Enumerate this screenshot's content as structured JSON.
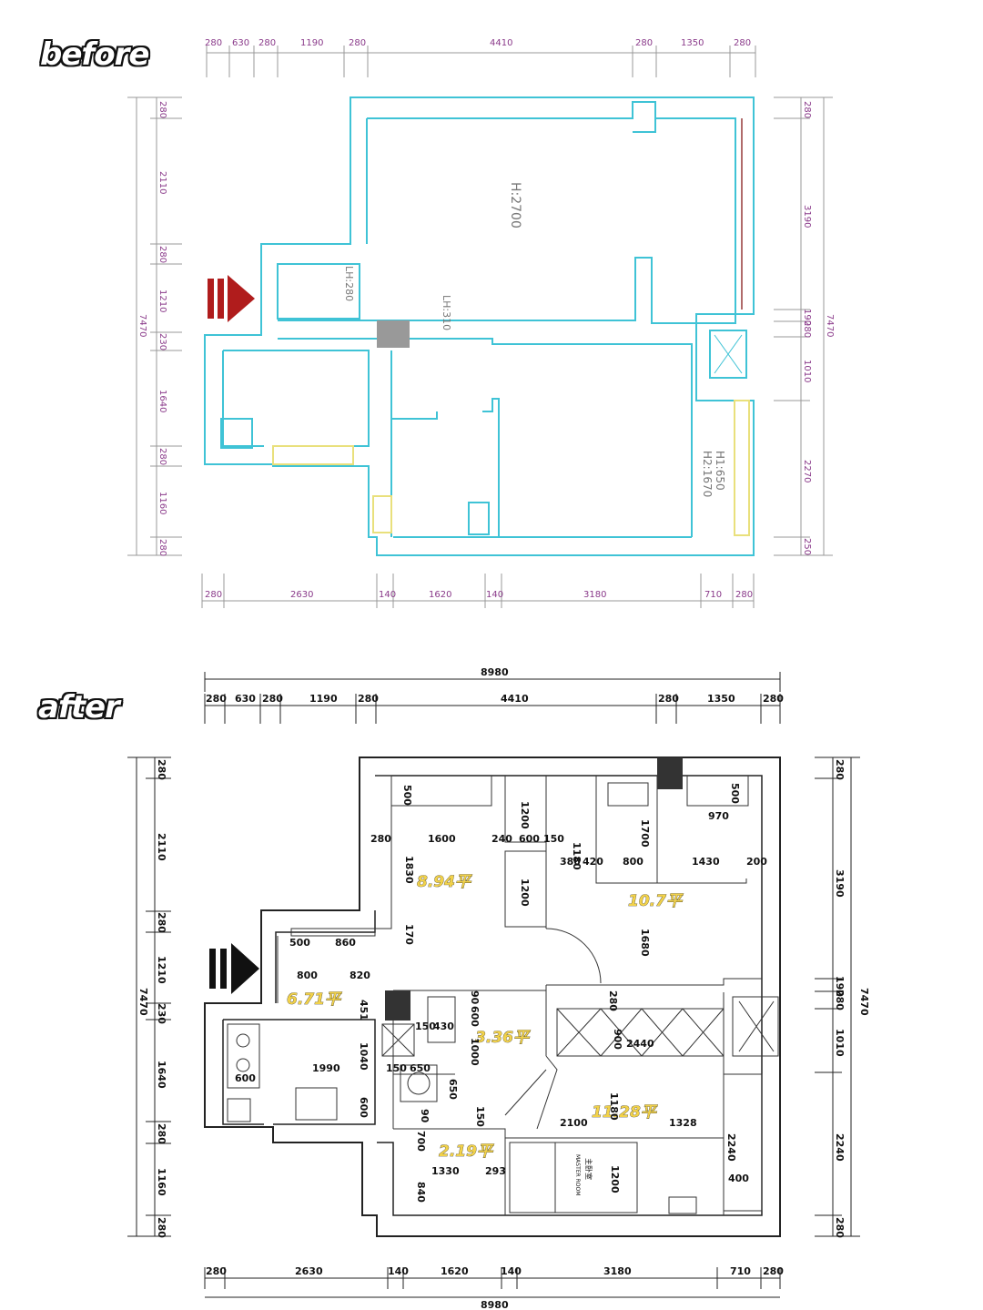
{
  "headings": {
    "before": "before",
    "after": "after"
  },
  "before": {
    "top_dims": [
      "280",
      "630",
      "280",
      "1190",
      "280",
      "4410",
      "280",
      "1350",
      "280"
    ],
    "bottom_dims": [
      "280",
      "2630",
      "140",
      "1620",
      "140",
      "3180",
      "710",
      "280"
    ],
    "left_dims": [
      "280",
      "2110",
      "280",
      "1210",
      "230",
      "1640",
      "280",
      "1160",
      "280"
    ],
    "left_total": "7470",
    "right_dims": [
      "280",
      "3190",
      "190",
      "280",
      "1010",
      "2270",
      "250"
    ],
    "right_total": "7470",
    "labels": {
      "height": "H:2700",
      "lh1": "LH:280",
      "lh2": "LH:310",
      "window": "H1:650",
      "window2": "H2:1670"
    }
  },
  "after": {
    "total_width": "8980",
    "top_dims": [
      "280",
      "630",
      "280",
      "1190",
      "280",
      "4410",
      "280",
      "1350",
      "280"
    ],
    "bottom_dims": [
      "280",
      "2630",
      "140",
      "1620",
      "140",
      "3180",
      "710",
      "280"
    ],
    "left_dims": [
      "280",
      "2110",
      "280",
      "1210",
      "230",
      "1640",
      "280",
      "1160",
      "280"
    ],
    "left_total": "7470",
    "right_dims": [
      "280",
      "3190",
      "190",
      "280",
      "1010",
      "2240",
      "280"
    ],
    "right_total": "7470",
    "areas": [
      "8.94平",
      "10.7平",
      "6.71平",
      "3.36平",
      "11.28平",
      "2.19平"
    ],
    "inner_dims": [
      "500",
      "1200",
      "500",
      "970",
      "280",
      "1600",
      "240",
      "600",
      "150",
      "1700",
      "1180",
      "380",
      "420",
      "800",
      "1430",
      "200",
      "1830",
      "1200",
      "1680",
      "170",
      "500",
      "860",
      "800",
      "820",
      "451",
      "90",
      "600",
      "150",
      "430",
      "1000",
      "1040",
      "280",
      "900",
      "2440",
      "1990",
      "150",
      "650",
      "650",
      "600",
      "600",
      "90",
      "150",
      "1180",
      "2100",
      "1328",
      "700",
      "2240",
      "1330",
      "293",
      "840",
      "1200",
      "400"
    ],
    "master_room": "主卧室",
    "master_room_en": "MASTER ROOM"
  }
}
